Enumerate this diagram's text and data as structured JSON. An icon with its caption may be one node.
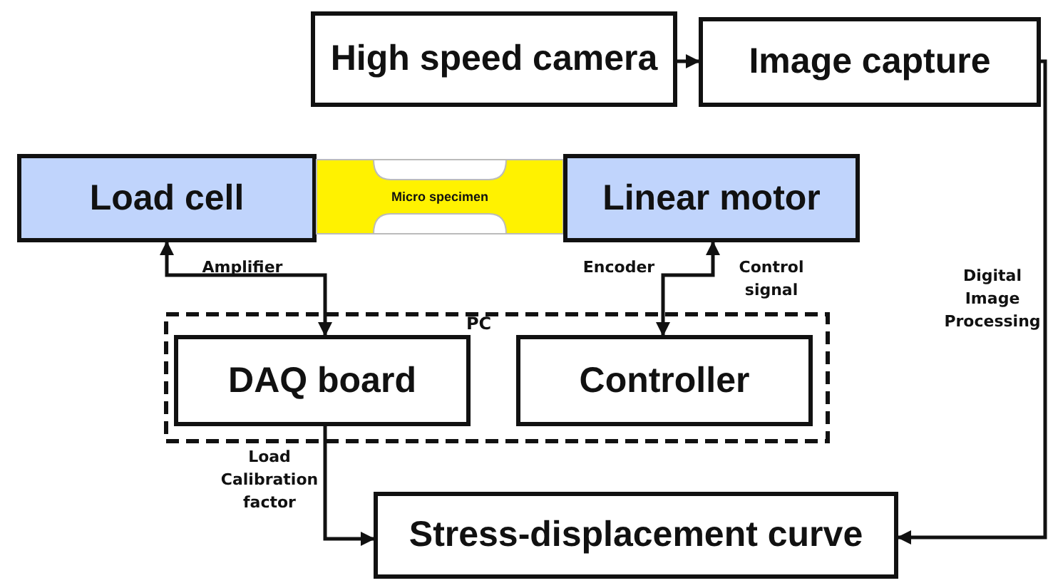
{
  "diagram": {
    "nodes": [
      {
        "text": [
          "High speed camera"
        ]
      },
      {
        "text": [
          "Image capture"
        ]
      },
      {
        "text": [
          "Load cell"
        ]
      },
      {
        "text": [
          "Micro specimen"
        ]
      },
      {
        "text": [
          "Linear motor"
        ]
      },
      {
        "text": [
          "PC"
        ]
      },
      {
        "text": [
          "DAQ board"
        ],
        "in": 5
      },
      {
        "text": [
          "Controller"
        ],
        "in": 5
      },
      {
        "text": [
          "Stress-displacement curve"
        ]
      }
    ],
    "edges": [
      {
        "from": 0,
        "to": 1,
        "arrow": "to"
      },
      {
        "from": 1,
        "to": 8,
        "arrow": "to",
        "label": "Digital Image Processing"
      },
      {
        "from": 2,
        "to": 6,
        "arrow": "both",
        "label": "Amplifier"
      },
      {
        "from": 4,
        "to": 7,
        "arrow": "both",
        "label": "Encoder"
      },
      {
        "from": 6,
        "to": 8,
        "arrow": "to",
        "label": "Load Calibration factor"
      }
    ],
    "labels": [
      "Control signal"
    ]
  }
}
